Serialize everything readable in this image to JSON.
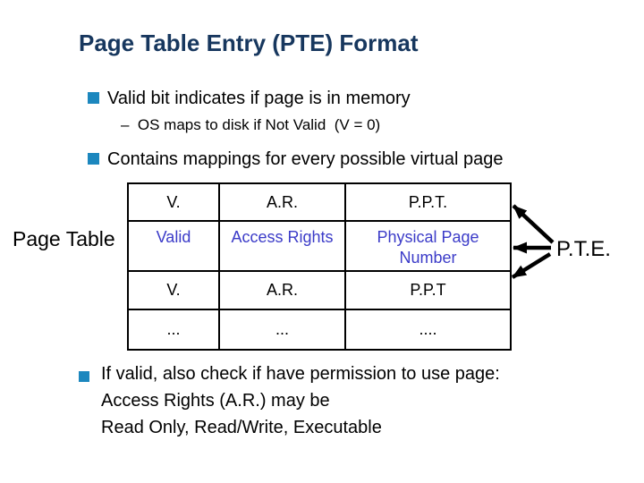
{
  "slide": {
    "title": "Page Table Entry (PTE) Format",
    "bullets": [
      {
        "label": "Valid bit indicates if page is in memory",
        "sub": "–  OS maps to disk if Not Valid  (V = 0)"
      },
      {
        "label": "Contains mappings for every possible virtual page"
      },
      {
        "lines": [
          "If valid, also check if have permission to use page:",
          "Access Rights (A.R.) may be",
          "Read Only, Read/Write, Executable"
        ]
      }
    ],
    "page_table_label": "Page Table",
    "pte_label": "P.T.E.",
    "table": {
      "rows": [
        {
          "cells": [
            "V.",
            "A.R.",
            "P.P.T."
          ]
        },
        {
          "cells": [
            "Valid",
            "Access Rights",
            "Physical Page Number"
          ]
        },
        {
          "cells": [
            "V.",
            "A.R.",
            "P.P.T"
          ]
        },
        {
          "cells": [
            "...",
            "...",
            "...."
          ]
        }
      ]
    },
    "colors": {
      "background": "#FFFFFF",
      "title_text": "#17375E",
      "bullet_marker": "#1C87BE",
      "table_field_text": "#3B3BC8",
      "body_text": "#000000",
      "table_border": "#000000",
      "arrow": "#000000"
    }
  }
}
